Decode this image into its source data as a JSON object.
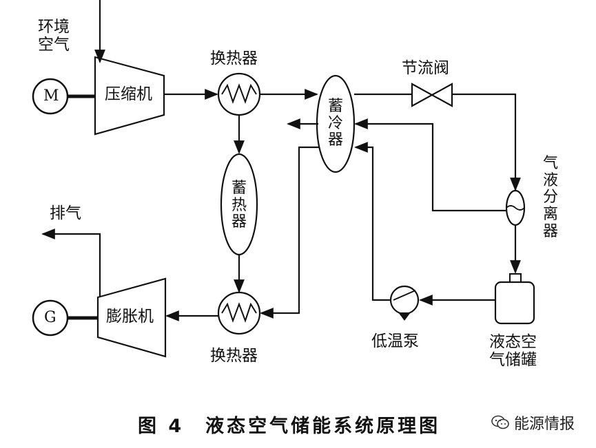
{
  "components": {
    "motor": "M",
    "generator": "G",
    "compressor": "压缩机",
    "expander": "膨胀机",
    "heat_exchanger_top": "换热器",
    "heat_exchanger_bottom": "换热器",
    "heat_storage": "蓄热器",
    "cold_storage": "蓄冷器",
    "throttle_valve": "节流阀",
    "separator": "气液分离器",
    "tank": "液态空气储罐",
    "pump": "低温泵"
  },
  "labels": {
    "ambient_air": "环境空气",
    "exhaust": "排气"
  },
  "caption": "图 4　液态空气储能系统原理图",
  "watermark": "能源情报"
}
